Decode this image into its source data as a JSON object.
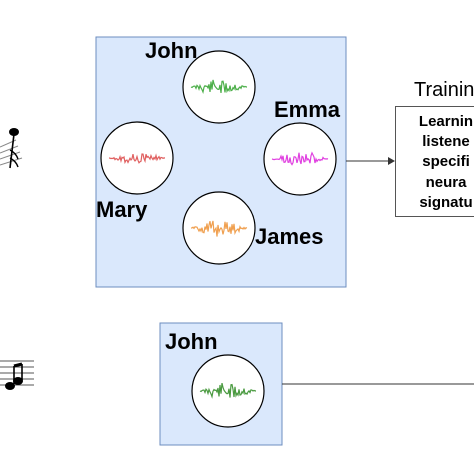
{
  "top_group": {
    "speakers": [
      {
        "name": "John",
        "wave_color": "#4daf4a"
      },
      {
        "name": "Emma",
        "wave_color": "#e040e0"
      },
      {
        "name": "Mary",
        "wave_color": "#e06060"
      },
      {
        "name": "James",
        "wave_color": "#f0a050"
      }
    ]
  },
  "training": {
    "title": "Trainin",
    "lines": [
      "Learnin",
      "listene",
      "specifi",
      "neura",
      "signatu"
    ]
  },
  "bottom_group": {
    "speaker": {
      "name": "John",
      "wave_color": "#4a9a40"
    }
  },
  "colors": {
    "panel_fill": "#dae8fc",
    "panel_stroke": "#6c8ebf",
    "line": "#333333"
  },
  "icons": [
    "music-note-icon",
    "music-staff-icon"
  ]
}
